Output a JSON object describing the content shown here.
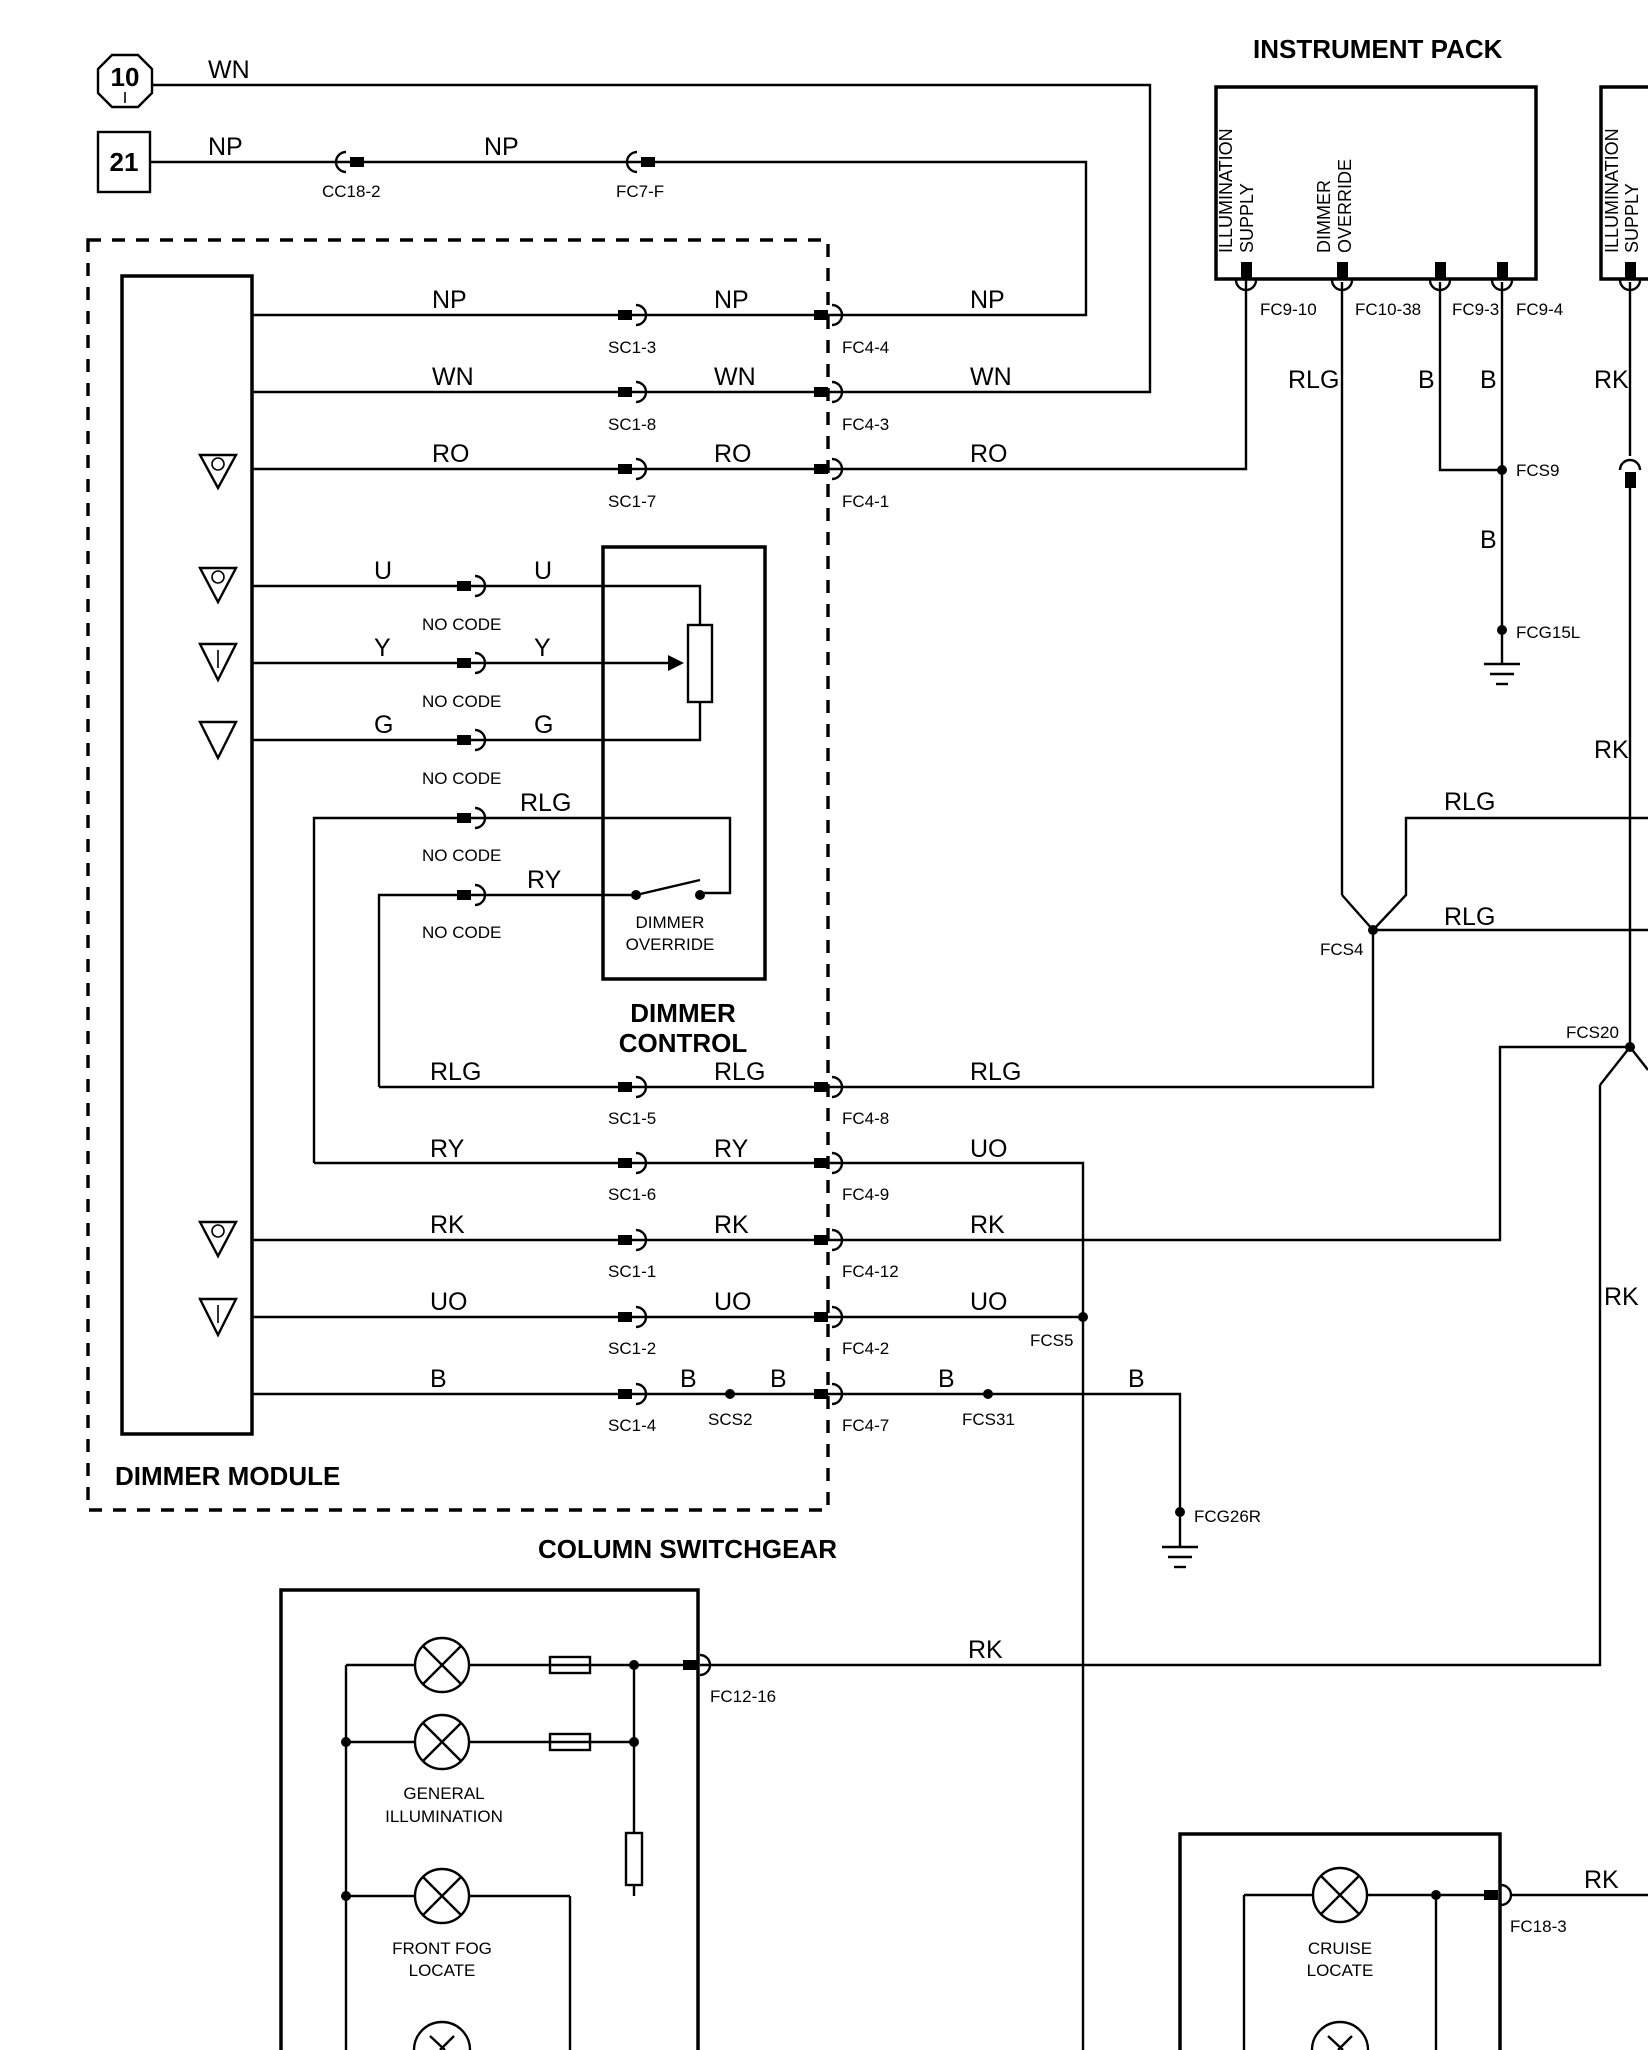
{
  "labels": {
    "instrument_pack": "INSTRUMENT PACK",
    "dimmer_module": "DIMMER MODULE",
    "dimmer_control_1": "DIMMER",
    "dimmer_control_2": "CONTROL",
    "dimmer_override_1": "DIMMER",
    "dimmer_override_2": "OVERRIDE",
    "column_switchgear": "COLUMN SWITCHGEAR",
    "general_illum_1": "GENERAL",
    "general_illum_2": "ILLUMINATION",
    "front_fog_1": "FRONT FOG",
    "front_fog_2": "LOCATE",
    "cruise_1": "CRUISE",
    "cruise_2": "LOCATE",
    "illum_supply_1": "ILLUMINATION",
    "illum_supply_2": "SUPPLY",
    "dimmer_ovr_v1": "DIMMER",
    "dimmer_ovr_v2": "OVERRIDE",
    "illum_supply_r1": "ILLUMINATION",
    "illum_supply_r2": "SUPPLY"
  },
  "refs": {
    "a": "10",
    "b": "21"
  },
  "wires": {
    "wn": "WN",
    "np": "NP",
    "ro": "RO",
    "u": "U",
    "y": "Y",
    "g": "G",
    "rlg": "RLG",
    "ry": "RY",
    "rk": "RK",
    "uo": "UO",
    "b": "B"
  },
  "connectors": {
    "cc18_2": "CC18-2",
    "fc7_f": "FC7-F",
    "sc1_3": "SC1-3",
    "sc1_8": "SC1-8",
    "sc1_7": "SC1-7",
    "sc1_5": "SC1-5",
    "sc1_6": "SC1-6",
    "sc1_1": "SC1-1",
    "sc1_2": "SC1-2",
    "sc1_4": "SC1-4",
    "fc4_4": "FC4-4",
    "fc4_3": "FC4-3",
    "fc4_1": "FC4-1",
    "fc4_8": "FC4-8",
    "fc4_9": "FC4-9",
    "fc4_12": "FC4-12",
    "fc4_2": "FC4-2",
    "fc4_7": "FC4-7",
    "no_code": "NO CODE",
    "fc9_10": "FC9-10",
    "fc10_38": "FC10-38",
    "fc9_3": "FC9-3",
    "fc9_4": "FC9-4",
    "fcs9": "FCS9",
    "fcg15l": "FCG15L",
    "fcs4": "FCS4",
    "fcs20": "FCS20",
    "fcs5": "FCS5",
    "scs2": "SCS2",
    "fcs31": "FCS31",
    "fcg26r": "FCG26R",
    "fc12_16": "FC12-16",
    "fc18_3": "FC18-3"
  }
}
